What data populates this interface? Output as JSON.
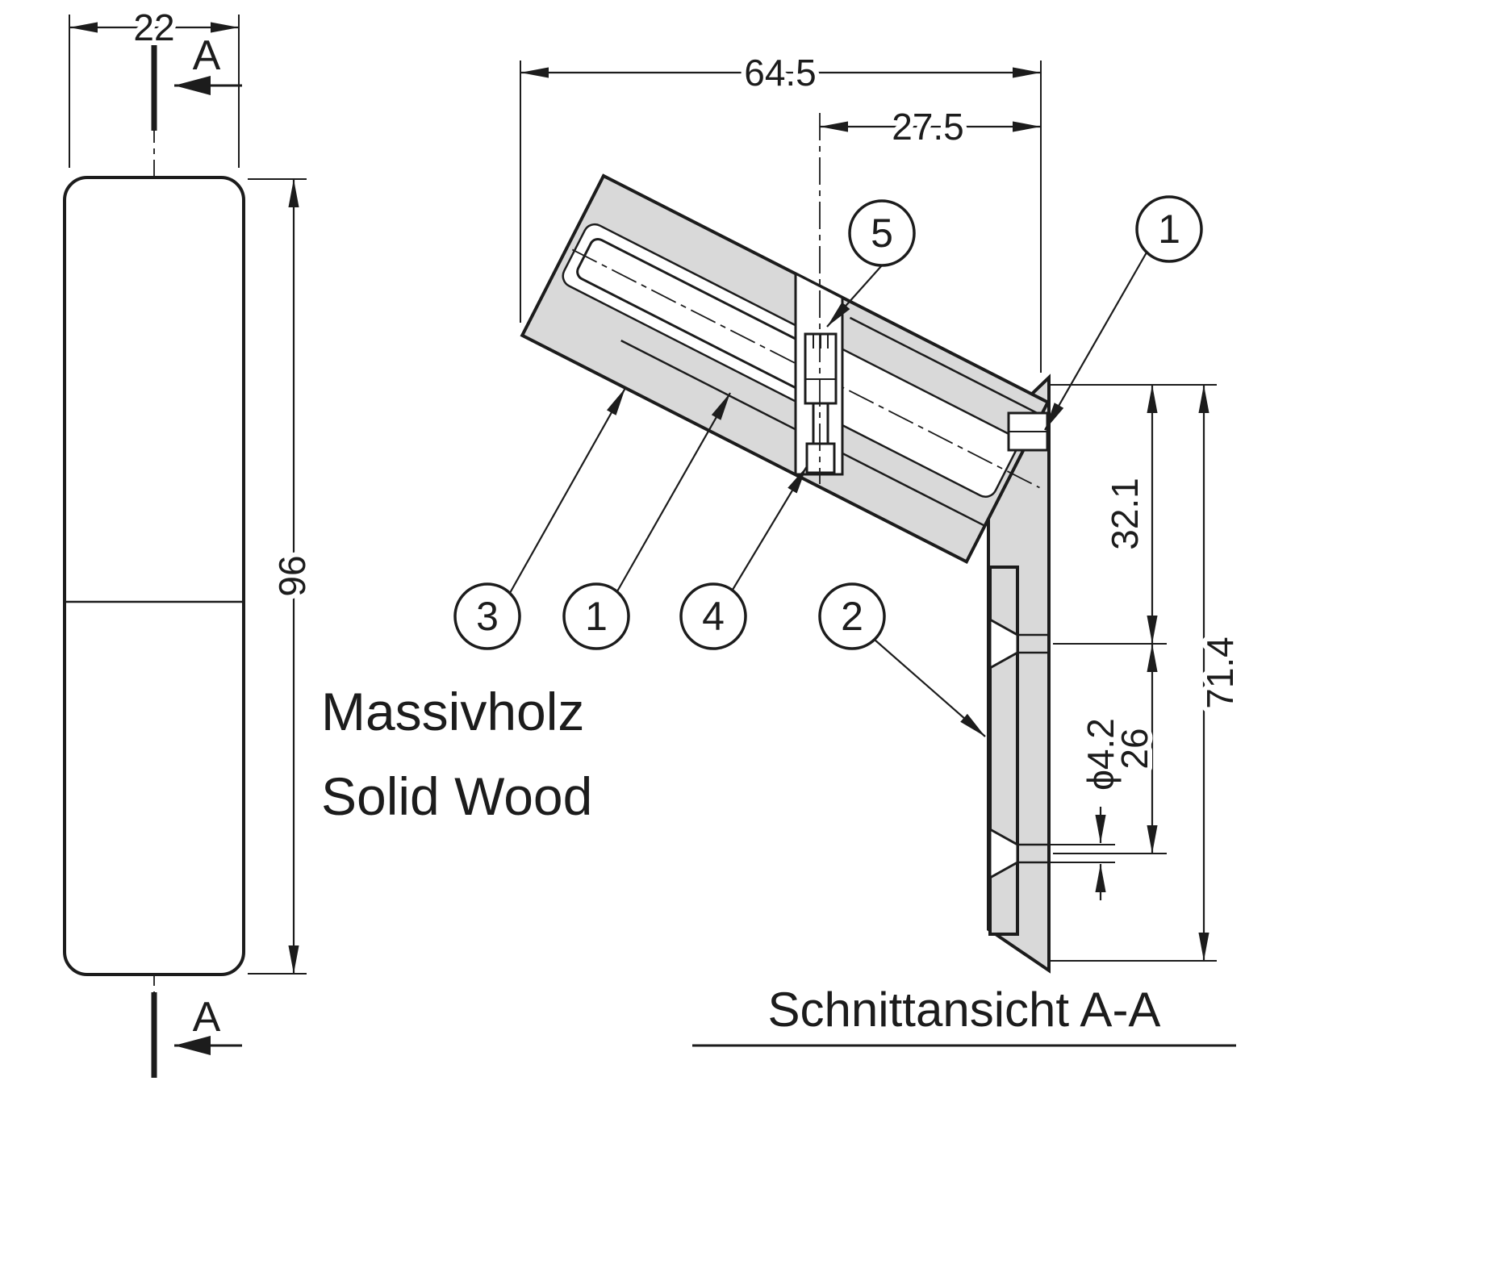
{
  "colors": {
    "line": "#1c1c1c",
    "part_fill": "#d9d9d9",
    "background": "#ffffff"
  },
  "front_view": {
    "width_dim": "22",
    "height_dim": "96",
    "section_label_top": "A",
    "section_label_bottom": "A"
  },
  "material_note": {
    "line1": "Massivholz",
    "line2": "Solid Wood"
  },
  "section_view": {
    "title": "Schnittansicht A-A",
    "dims": {
      "total_width": "64.5",
      "screw_offset": "27.5",
      "top_to_first_hole": "32.1",
      "hole_spacing": "26",
      "total_height": "71.4",
      "hole_diameter": "ϕ4.2"
    },
    "callouts": {
      "screw": "5",
      "profile_top": "1",
      "wood_arm": "3",
      "profile_arm": "1",
      "nut": "4",
      "leg": "2"
    }
  }
}
